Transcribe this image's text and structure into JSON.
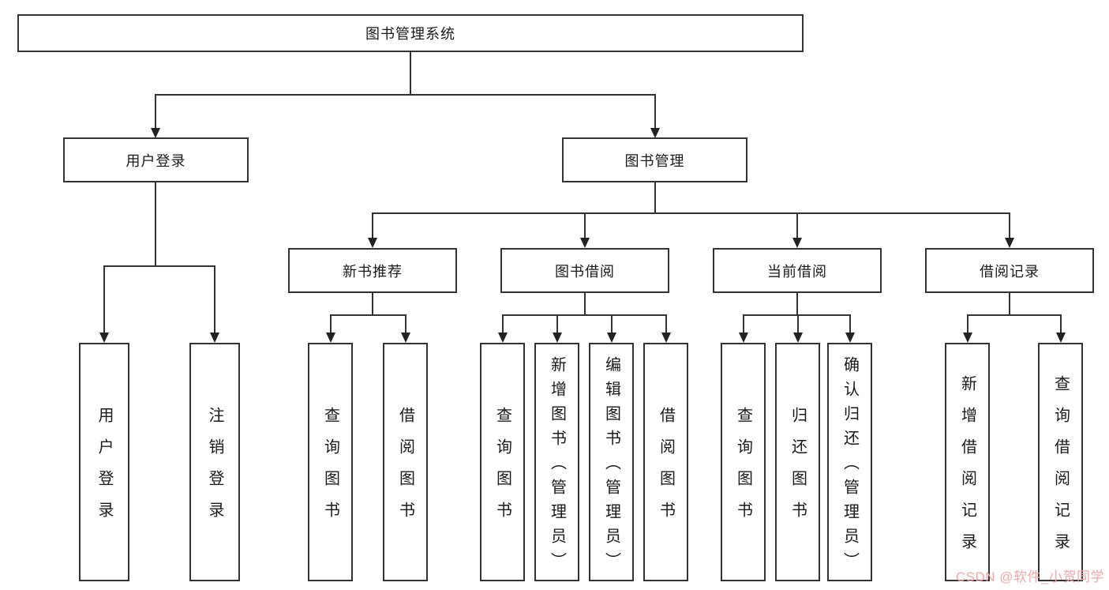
{
  "diagram": {
    "title": "图书管理系统",
    "branches": {
      "user_login": {
        "label": "用户登录",
        "children": [
          "用户登录",
          "注销登录"
        ]
      },
      "book_mgmt": {
        "label": "图书管理",
        "children": {
          "new_books": {
            "label": "新书推荐",
            "children": [
              "查询图书",
              "借阅图书"
            ]
          },
          "borrowing": {
            "label": "图书借阅",
            "children": [
              "查询图书",
              "新增图书（管理员）",
              "编辑图书（管理员）",
              "借阅图书"
            ]
          },
          "current": {
            "label": "当前借阅",
            "children": [
              "查询图书",
              "归还图书",
              "确认归还（管理员）"
            ]
          },
          "records": {
            "label": "借阅记录",
            "children": [
              "新增借阅记录",
              "查询借阅记录"
            ]
          }
        }
      }
    }
  },
  "watermark": {
    "text": "CSDN @软件_小贺同学",
    "color": "#f4a6a6"
  }
}
